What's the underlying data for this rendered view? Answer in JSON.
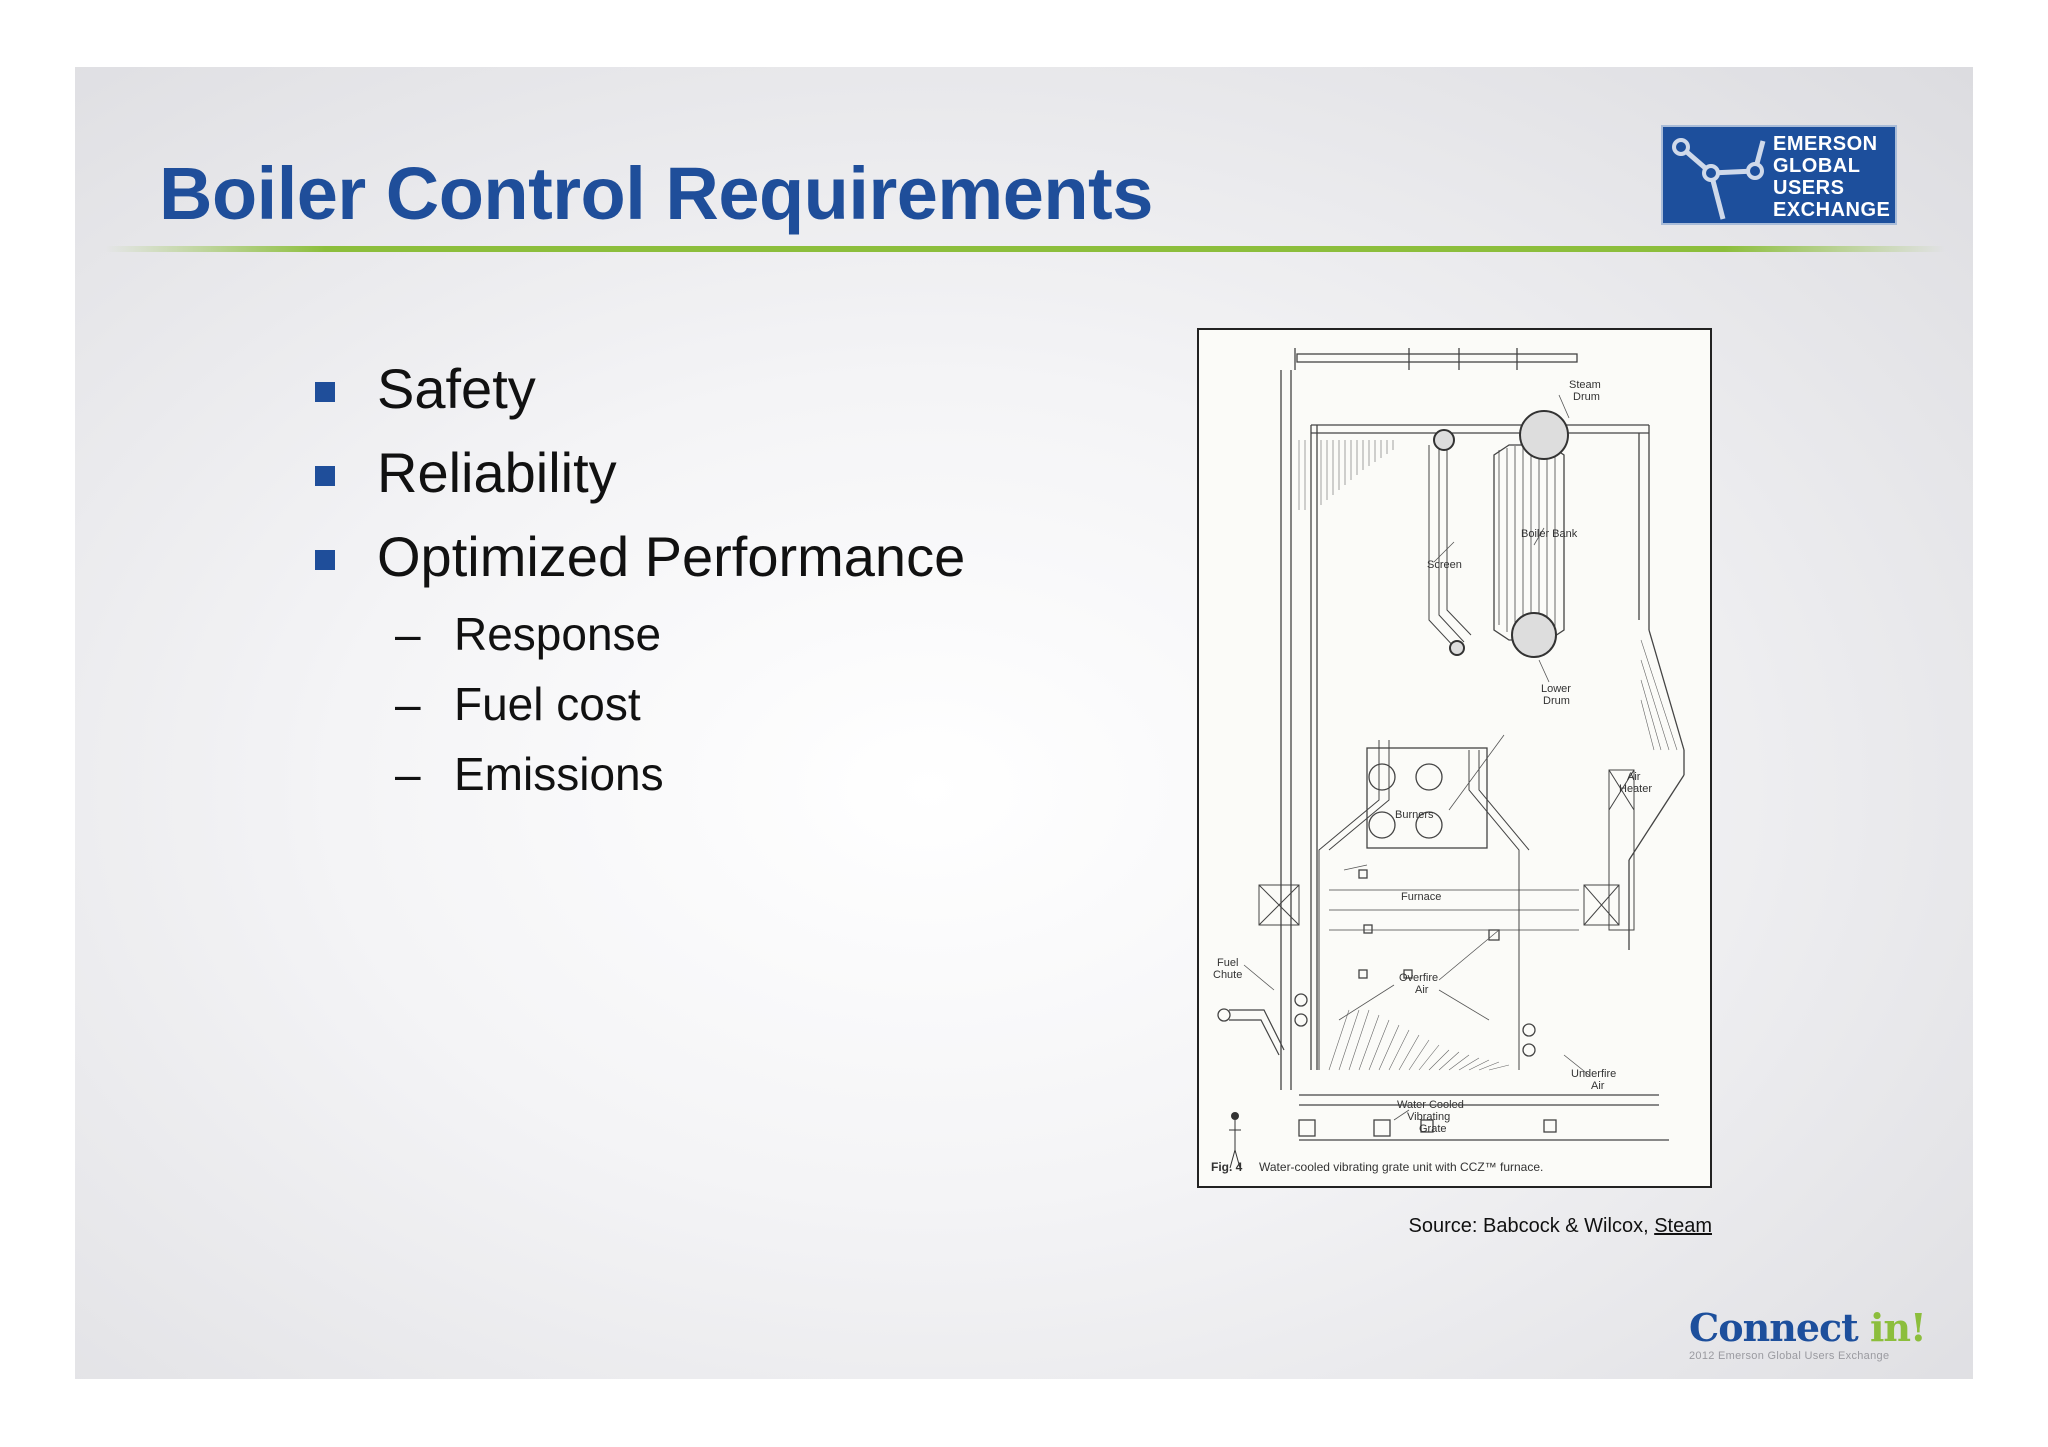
{
  "slide": {
    "title": "Boiler Control Requirements",
    "bullets": [
      "Safety",
      "Reliability",
      "Optimized Performance"
    ],
    "sub_bullets": [
      "Response",
      "Fuel cost",
      "Emissions"
    ],
    "sub_bullet_marker": "–"
  },
  "logo": {
    "lines": [
      "EMERSON",
      "GLOBAL",
      "USERS",
      "EXCHANGE"
    ],
    "background_color": "#1d4f9c"
  },
  "figure": {
    "labels": {
      "steam_drum_1": "Steam",
      "steam_drum_2": "Drum",
      "boiler_bank": "Boiler Bank",
      "screen": "Screen",
      "lower_drum_1": "Lower",
      "lower_drum_2": "Drum",
      "air_heater_1": "Air",
      "air_heater_2": "Heater",
      "burners": "Burners",
      "furnace": "Furnace",
      "fuel_chute_1": "Fuel",
      "fuel_chute_2": "Chute",
      "overfire_air_1": "Overfire",
      "overfire_air_2": "Air",
      "underfire_air_1": "Underfire",
      "underfire_air_2": "Air",
      "grate_1": "Water Cooled",
      "grate_2": "Vibrating",
      "grate_3": "Grate"
    },
    "caption_fig": "Fig. 4",
    "caption_text": "Water-cooled vibrating grate unit with CCZ™ furnace."
  },
  "source": {
    "prefix": "Source: Babcock & Wilcox, ",
    "link_text": "Steam"
  },
  "footer_logo": {
    "main": "Connect",
    "highlight": "in!",
    "sub": "2012 Emerson Global Users Exchange"
  },
  "colors": {
    "title": "#1f4e9a",
    "rule": "#8cbe3c",
    "bullet_square": "#1f4e9a"
  }
}
